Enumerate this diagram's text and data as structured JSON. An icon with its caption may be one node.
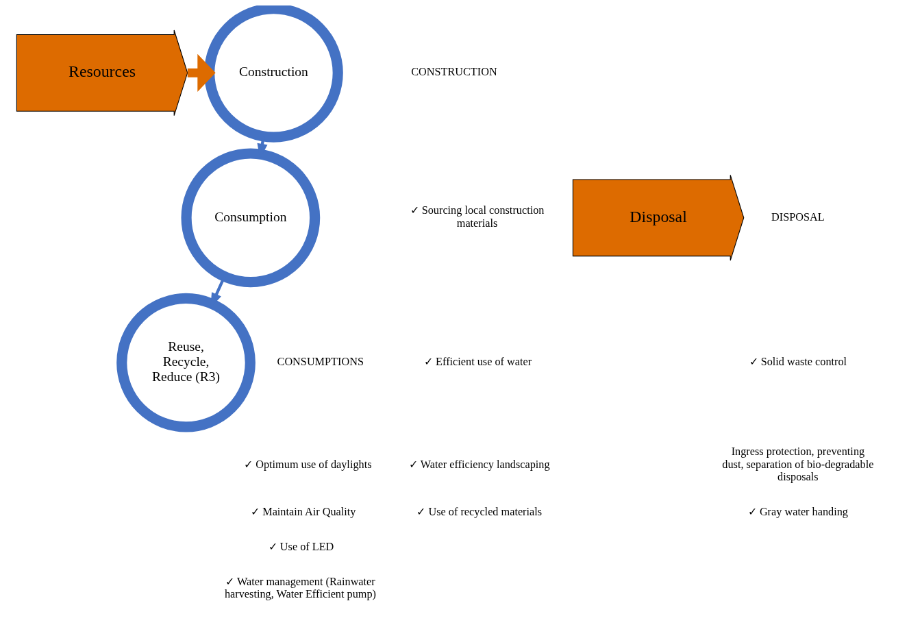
{
  "diagram": {
    "nodes": [
      {
        "text": [
          "Resources"
        ]
      },
      {
        "text": [
          "Construction"
        ]
      },
      {
        "text": [
          "Consumption"
        ]
      },
      {
        "text": [
          "Disposal"
        ]
      },
      {
        "text": [
          "Reuse, Recycle, Reduce (R3)"
        ]
      }
    ],
    "edges": [
      {
        "from": 0,
        "to": 1,
        "arrow": "to",
        "color": "#dd6b00",
        "style": "thick"
      },
      {
        "from": 1,
        "to": 2,
        "arrow": "to"
      },
      {
        "from": 2,
        "to": 4,
        "arrow": "to"
      }
    ],
    "labels": [
      "CONSTRUCTION",
      "✓ Sourcing local construction materials",
      "✓ Efficient use of water",
      "✓ Water efficiency landscaping",
      "✓ Use of recycled materials",
      "DISPOSAL",
      "✓ Solid waste control",
      "Ingress protection, preventing dust, separation of bio-degradable disposals",
      "✓ Gray water handing",
      "CONSUMPTIONS",
      "✓ Optimum use of daylights",
      "✓ Maintain Air Quality",
      "✓ Use of LED",
      "✓ Water management (Rainwater harvesting, Water Efficient pump)"
    ]
  }
}
